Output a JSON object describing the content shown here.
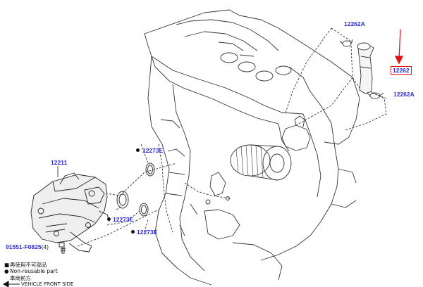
{
  "title": "",
  "callouts": {
    "hose_part": "12262",
    "clamp_top": "12262A",
    "clamp_right": "12262A",
    "cover_assembly": "12211",
    "gasket_upper": "12273E",
    "gasket_mid": "12273E",
    "gasket_lower": "12273E",
    "bolt_part": "91551-F0825",
    "bolt_qty": "(4)"
  },
  "legend": {
    "reusable_symbol": "■",
    "reusable_jp": "再使用不可部品",
    "non_reusable_symbol": "●",
    "non_reusable_en": "Non-reusable part",
    "front_jp": "車両前方",
    "front_en": "VEHICLE FRONT SIDE"
  },
  "colors": {
    "callout_blue": "#2a2ad6",
    "highlight_red": "#e01010",
    "line_black": "#222222"
  }
}
